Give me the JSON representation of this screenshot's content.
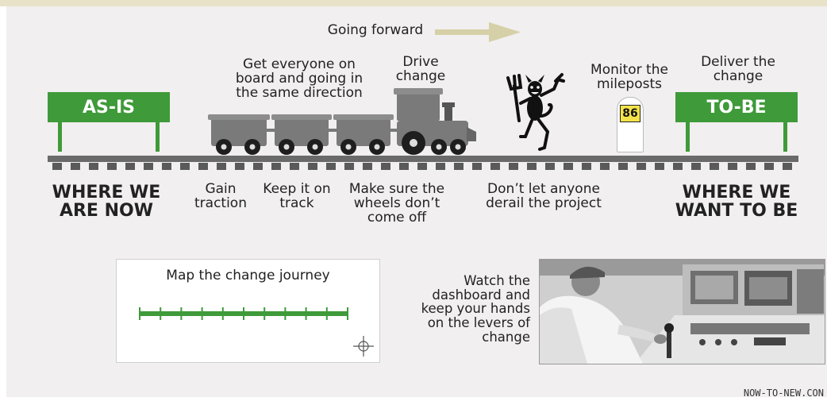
{
  "header": {
    "direction_label": "Going forward"
  },
  "signs": {
    "left": "AS-IS",
    "right": "TO-BE"
  },
  "top_captions": {
    "board": "Get everyone on board and going in the same direction",
    "drive": "Drive change",
    "mileposts": "Monitor the mileposts",
    "deliver": "Deliver the change"
  },
  "milepost_number": "86",
  "bottom_captions": {
    "where_now": "WHERE WE ARE NOW",
    "traction": "Gain traction",
    "on_track": "Keep it on track",
    "wheels": "Make sure the wheels don’t come off",
    "derail": "Don’t let anyone derail the project",
    "want_to_be": "WHERE WE WANT TO BE"
  },
  "map_box": {
    "title": "Map the change journey"
  },
  "dashboard_caption": "Watch the dashboard and keep your hands on the levers of change",
  "footer": "NOW-TO-NEW.CON",
  "colors": {
    "sign_green": "#3f9a3a",
    "arrow": "#d6d0a8",
    "track": "#6a6a6a",
    "train": "#7a7a7a",
    "background": "#f1efef"
  }
}
